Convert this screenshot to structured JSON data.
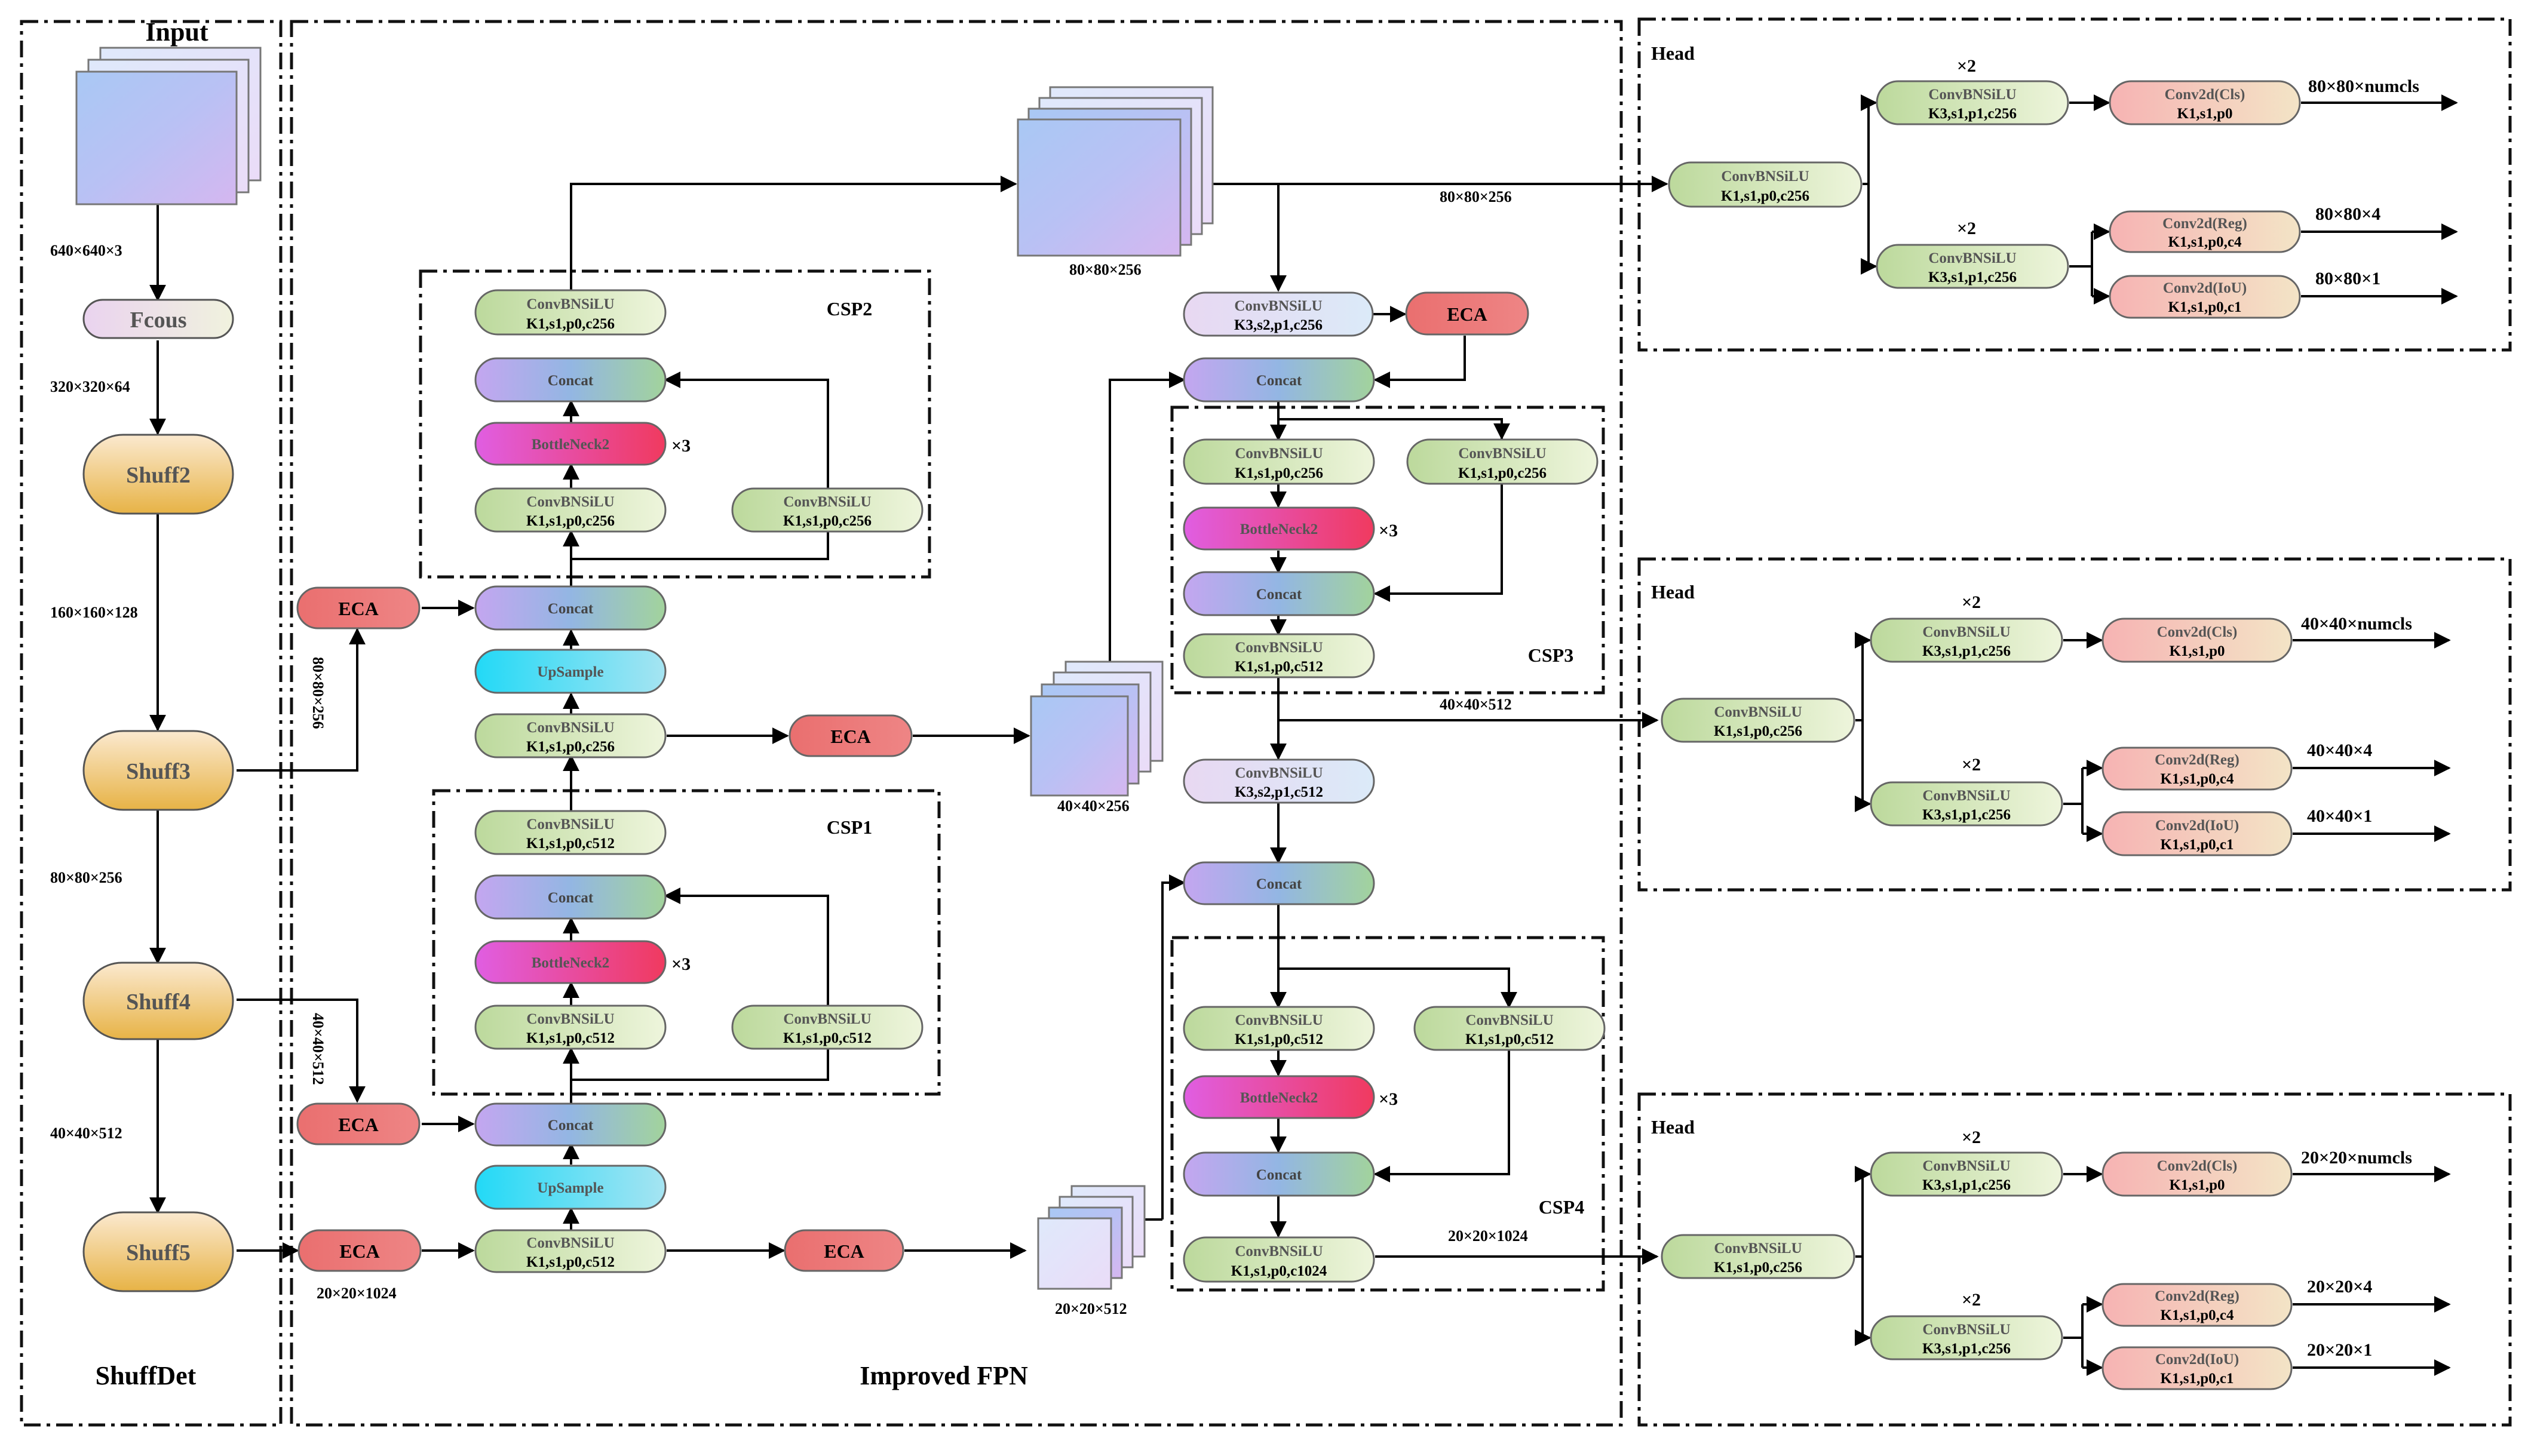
{
  "sections": {
    "backbone": "ShuffDet",
    "neck": "Improved FPN",
    "input": "Input",
    "head": "Head",
    "csp1": "CSP1",
    "csp2": "CSP2",
    "csp3": "CSP3",
    "csp4": "CSP4"
  },
  "backbone": {
    "fcous": "Fcous",
    "shuff2": "Shuff2",
    "shuff3": "Shuff3",
    "shuff4": "Shuff4",
    "shuff5": "Shuff5",
    "dims": [
      "640×640×3",
      "320×320×64",
      "160×160×128",
      "80×80×256",
      "40×40×512"
    ],
    "tap3": "80×80×256",
    "tap4": "40×40×512",
    "tap5": "20×20×1024"
  },
  "labels": {
    "eca": "ECA",
    "concat": "Concat",
    "upsample": "UpSample",
    "bottleneck": "BottleNeck2",
    "times3": "×3",
    "times2": "×2",
    "conv_name": "ConvBNSiLU",
    "cls": "Conv2d(Cls)",
    "reg": "Conv2d(Reg)",
    "iou": "Conv2d(IoU)"
  },
  "params": {
    "k1_256": "K1,s1,p0,c256",
    "k1_512": "K1,s1,p0,c512",
    "k1_1024": "K1,s1,p0,c1024",
    "k3s2_256": "K3,s2,p1,c256",
    "k3s2_512": "K3,s2,p1,c512",
    "k3s1_256": "K3,s1,p1,c256",
    "cls": "K1,s1,p0",
    "reg": "K1,s1,p0,c4",
    "iou": "K1,s1,p0,c1"
  },
  "fpn": {
    "f80": "80×80×256",
    "f40": "40×40×256",
    "f20": "20×20×512",
    "p80": "80×80×256",
    "p40": "40×40×512",
    "p20": "20×20×1024"
  },
  "heads": [
    {
      "cls": "80×80×numcls",
      "reg": "80×80×4",
      "iou": "80×80×1"
    },
    {
      "cls": "40×40×numcls",
      "reg": "40×40×4",
      "iou": "40×40×1"
    },
    {
      "cls": "20×20×numcls",
      "reg": "20×20×4",
      "iou": "20×20×1"
    }
  ],
  "colors": {
    "eca": "#e87878",
    "green": "#c9e0ad",
    "purple": "#ece2f4",
    "bottleneck": "#e355c8",
    "upsample": "#35d6ee",
    "shuff": "#eec673",
    "head_out": "#f6c5b3"
  }
}
